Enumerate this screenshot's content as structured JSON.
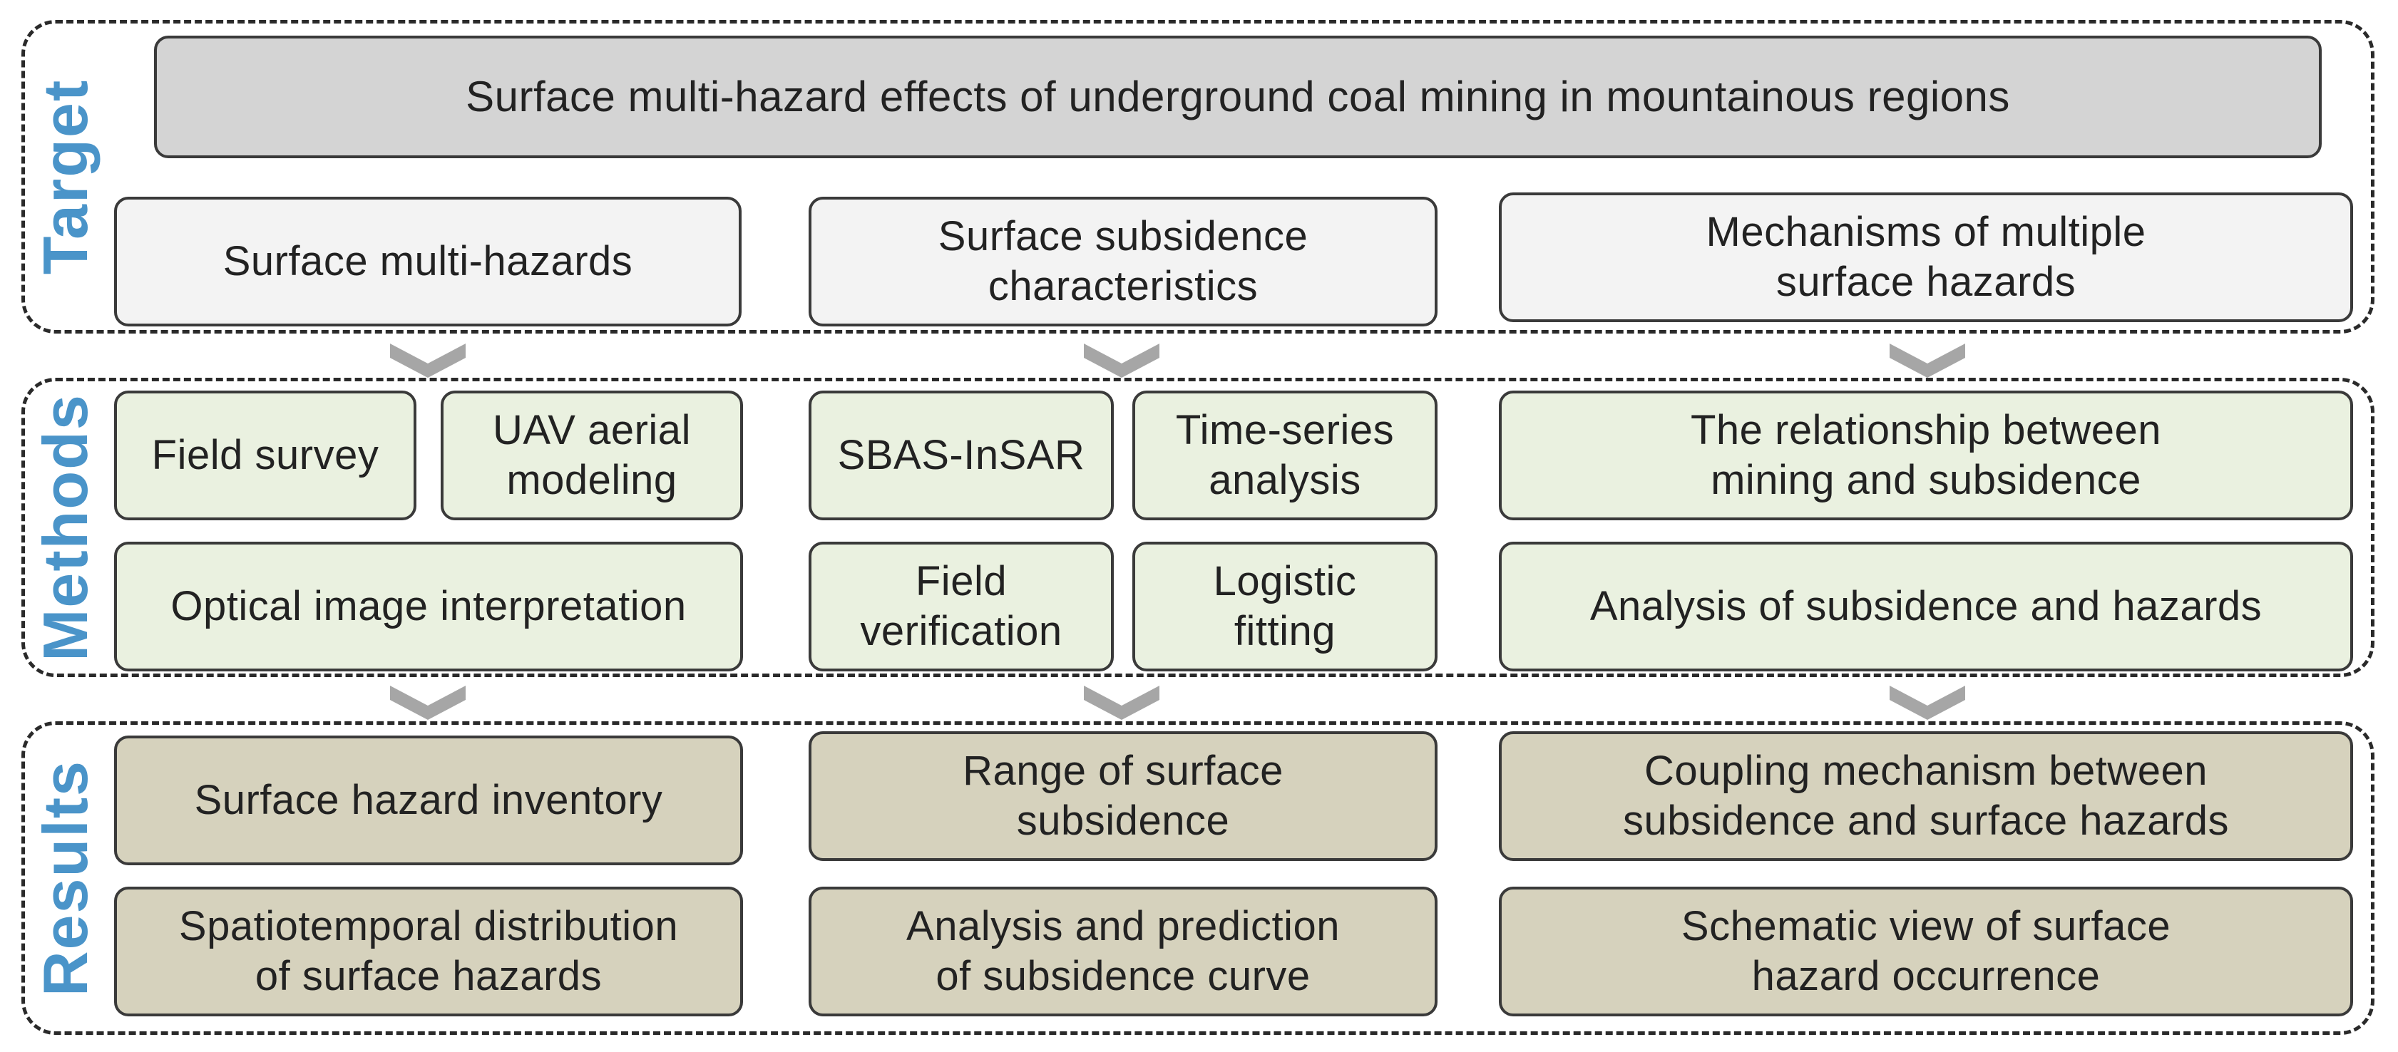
{
  "sections": {
    "target": "Target",
    "methods": "Methods",
    "results": "Results"
  },
  "target": {
    "main": "Surface multi-hazard effects of underground coal mining in mountainous regions",
    "boxes": [
      "Surface multi-hazards",
      "Surface subsidence\ncharacteristics",
      "Mechanisms of multiple\nsurface hazards"
    ]
  },
  "methods": {
    "col1": [
      "Field survey",
      "UAV aerial\nmodeling",
      "Optical image interpretation"
    ],
    "col2": [
      "SBAS-InSAR",
      "Time-series\nanalysis",
      "Field\nverification",
      "Logistic\nfitting"
    ],
    "col3": [
      "The relationship between\nmining and subsidence",
      "Analysis of subsidence and hazards"
    ]
  },
  "results": {
    "col1": [
      "Surface hazard inventory",
      "Spatiotemporal distribution\nof surface hazards"
    ],
    "col2": [
      "Range of surface\nsubsidence",
      "Analysis and prediction\nof subsidence curve"
    ],
    "col3": [
      "Coupling mechanism between\nsubsidence and surface hazards",
      "Schematic view of surface\nhazard occurrence"
    ]
  },
  "colors": {
    "section_label": "#4a94c9",
    "target_main_fill": "#d4d4d4",
    "target_fill": "#f3f3f3",
    "method_fill": "#eaf1e0",
    "result_fill": "#d6d2bd",
    "arrow_fill": "#a6a6a6"
  }
}
